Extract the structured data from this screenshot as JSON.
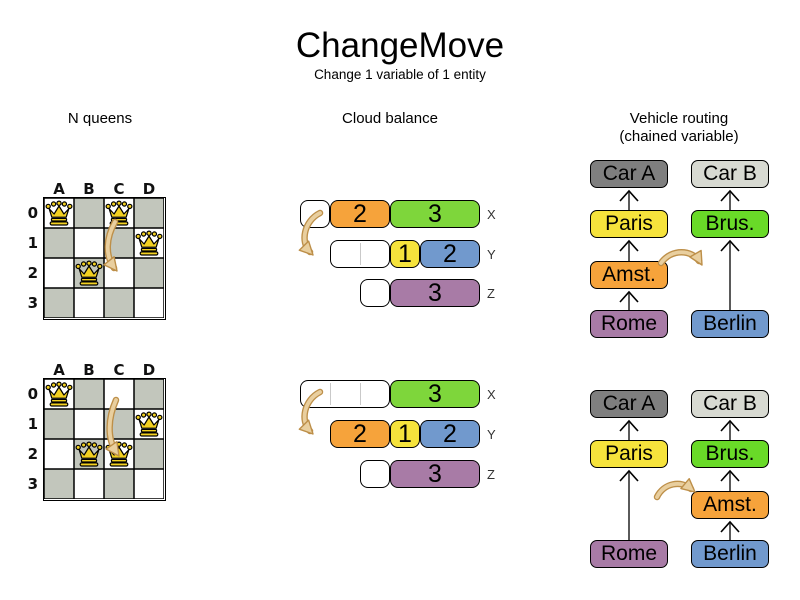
{
  "title": "ChangeMove",
  "subtitle": "Change 1 variable of 1 entity",
  "columns": {
    "nqueens": {
      "label": "N queens"
    },
    "cloud": {
      "label": "Cloud balance"
    },
    "vehicle": {
      "label": "Vehicle routing",
      "sublabel": "(chained variable)"
    }
  },
  "colors": {
    "board_gray": "#c2c6bc",
    "board_white": "#ffffff",
    "queen_gold": "#f2d021",
    "orange": "#f6a33b",
    "green": "#7ed63b",
    "green_bright": "#69da28",
    "yellow": "#f6e33c",
    "blue": "#7199cd",
    "purple": "#a87ba6",
    "car_a_gray": "#7f7f7f",
    "car_b_gray": "#d8dad2",
    "link_gray": "#5a5a5a",
    "chevron_black": "#000000",
    "move_arrow_fill": "#e9cf9f",
    "move_arrow_stroke": "#bd8f49"
  },
  "nqueens": {
    "column_labels": [
      "A",
      "B",
      "C",
      "D"
    ],
    "row_labels": [
      "0",
      "1",
      "2",
      "3"
    ],
    "states": [
      {
        "name": "before",
        "queens": [
          "A0",
          "C0",
          "D1",
          "B2"
        ],
        "move": {
          "from": "C0",
          "to": "C2"
        }
      },
      {
        "name": "after",
        "queens": [
          "A0",
          "D1",
          "B2",
          "C2"
        ],
        "move": {
          "from": "C0",
          "to": "C2"
        }
      }
    ]
  },
  "cloud": {
    "states": [
      {
        "name": "before",
        "move": {
          "process": "2",
          "from": "X",
          "to": "Y"
        },
        "rows": [
          {
            "label": "X",
            "free_units": 1,
            "blocks": [
              {
                "value": "2",
                "color": "orange"
              },
              {
                "value": "3",
                "color": "green"
              }
            ]
          },
          {
            "label": "Y",
            "free_units": 2,
            "blocks": [
              {
                "value": "1",
                "color": "yellow"
              },
              {
                "value": "2",
                "color": "blue"
              }
            ]
          },
          {
            "label": "Z",
            "free_units": 1,
            "blocks": [
              {
                "value": "3",
                "color": "purple"
              }
            ]
          }
        ]
      },
      {
        "name": "after",
        "move": {
          "process": "2",
          "from": "X",
          "to": "Y"
        },
        "rows": [
          {
            "label": "X",
            "free_units": 3,
            "blocks": [
              {
                "value": "3",
                "color": "green"
              }
            ]
          },
          {
            "label": "Y",
            "free_units": 0,
            "blocks": [
              {
                "value": "2",
                "color": "orange"
              },
              {
                "value": "1",
                "color": "yellow"
              },
              {
                "value": "2",
                "color": "blue"
              }
            ]
          },
          {
            "label": "Z",
            "free_units": 1,
            "blocks": [
              {
                "value": "3",
                "color": "purple"
              }
            ]
          }
        ]
      }
    ]
  },
  "vehicle": {
    "states": [
      {
        "name": "before",
        "move": {
          "visit": "Amst.",
          "from": "Car A chain",
          "to": "Car B chain"
        },
        "chains": [
          {
            "slots": [
              {
                "label": "Car A",
                "color": "car_a_gray"
              },
              {
                "label": "Paris",
                "color": "yellow"
              },
              {
                "label": "Amst.",
                "color": "orange"
              },
              {
                "label": "Rome",
                "color": "purple"
              }
            ]
          },
          {
            "slots": [
              {
                "label": "Car B",
                "color": "car_b_gray"
              },
              {
                "label": "Brus.",
                "color": "green_bright"
              },
              null,
              {
                "label": "Berlin",
                "color": "blue"
              }
            ]
          }
        ]
      },
      {
        "name": "after",
        "move": {
          "visit": "Amst.",
          "from": "Car A chain",
          "to": "Car B chain"
        },
        "chains": [
          {
            "slots": [
              {
                "label": "Car A",
                "color": "car_a_gray"
              },
              {
                "label": "Paris",
                "color": "yellow"
              },
              null,
              {
                "label": "Rome",
                "color": "purple"
              }
            ]
          },
          {
            "slots": [
              {
                "label": "Car B",
                "color": "car_b_gray"
              },
              {
                "label": "Brus.",
                "color": "green_bright"
              },
              {
                "label": "Amst.",
                "color": "orange"
              },
              {
                "label": "Berlin",
                "color": "blue"
              }
            ]
          }
        ]
      }
    ]
  }
}
